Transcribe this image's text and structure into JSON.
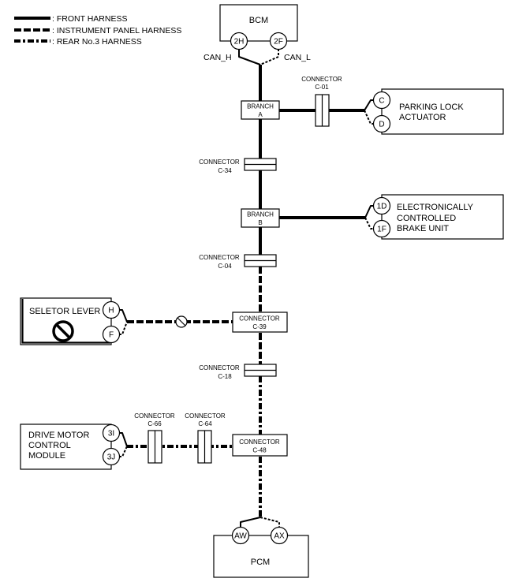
{
  "legend": {
    "front": ": FRONT HARNESS",
    "instrument_panel": ": INSTRUMENT PANEL HARNESS",
    "rear_no3": ": REAR No.3 HARNESS"
  },
  "bcm": {
    "name": "BCM",
    "pin_1": "2H",
    "pin_2": "2F",
    "can_h_label": "CAN_H",
    "can_l_label": "CAN_L"
  },
  "branch_a": {
    "line1": "BRANCH",
    "line2": "A"
  },
  "branch_b": {
    "line1": "BRANCH",
    "line2": "B"
  },
  "connectors": {
    "c01": {
      "label": "CONNECTOR",
      "id": "C-01"
    },
    "c34": {
      "label": "CONNECTOR",
      "id": "C-34"
    },
    "c04": {
      "label": "CONNECTOR",
      "id": "C-04"
    },
    "c39": {
      "label": "CONNECTOR",
      "id": "C-39"
    },
    "c18": {
      "label": "CONNECTOR",
      "id": "C-18"
    },
    "c66": {
      "label": "CONNECTOR",
      "id": "C-66"
    },
    "c64": {
      "label": "CONNECTOR",
      "id": "C-64"
    },
    "c48": {
      "label": "CONNECTOR",
      "id": "C-48"
    }
  },
  "parking_lock_actuator": {
    "line1": "PARKING LOCK",
    "line2": "ACTUATOR",
    "pin_1": "C",
    "pin_2": "D"
  },
  "brake_unit": {
    "line1": "ELECTRONICALLY",
    "line2": "CONTROLLED",
    "line3": "BRAKE UNIT",
    "pin_1": "1D",
    "pin_2": "1F"
  },
  "selector_lever": {
    "name": "SELETOR LEVER",
    "pin_1": "H",
    "pin_2": "F"
  },
  "drive_motor_control_module": {
    "line1": "DRIVE MOTOR",
    "line2": "CONTROL",
    "line3": "MODULE",
    "pin_1": "3I",
    "pin_2": "3J"
  },
  "pcm": {
    "name": "PCM",
    "pin_1": "AW",
    "pin_2": "AX"
  },
  "icons": {
    "selector_lever_symbol": "prohibition-icon",
    "wire_symbol": "circle-slash-icon"
  },
  "colors": {
    "line": "#000000",
    "background": "#ffffff"
  }
}
